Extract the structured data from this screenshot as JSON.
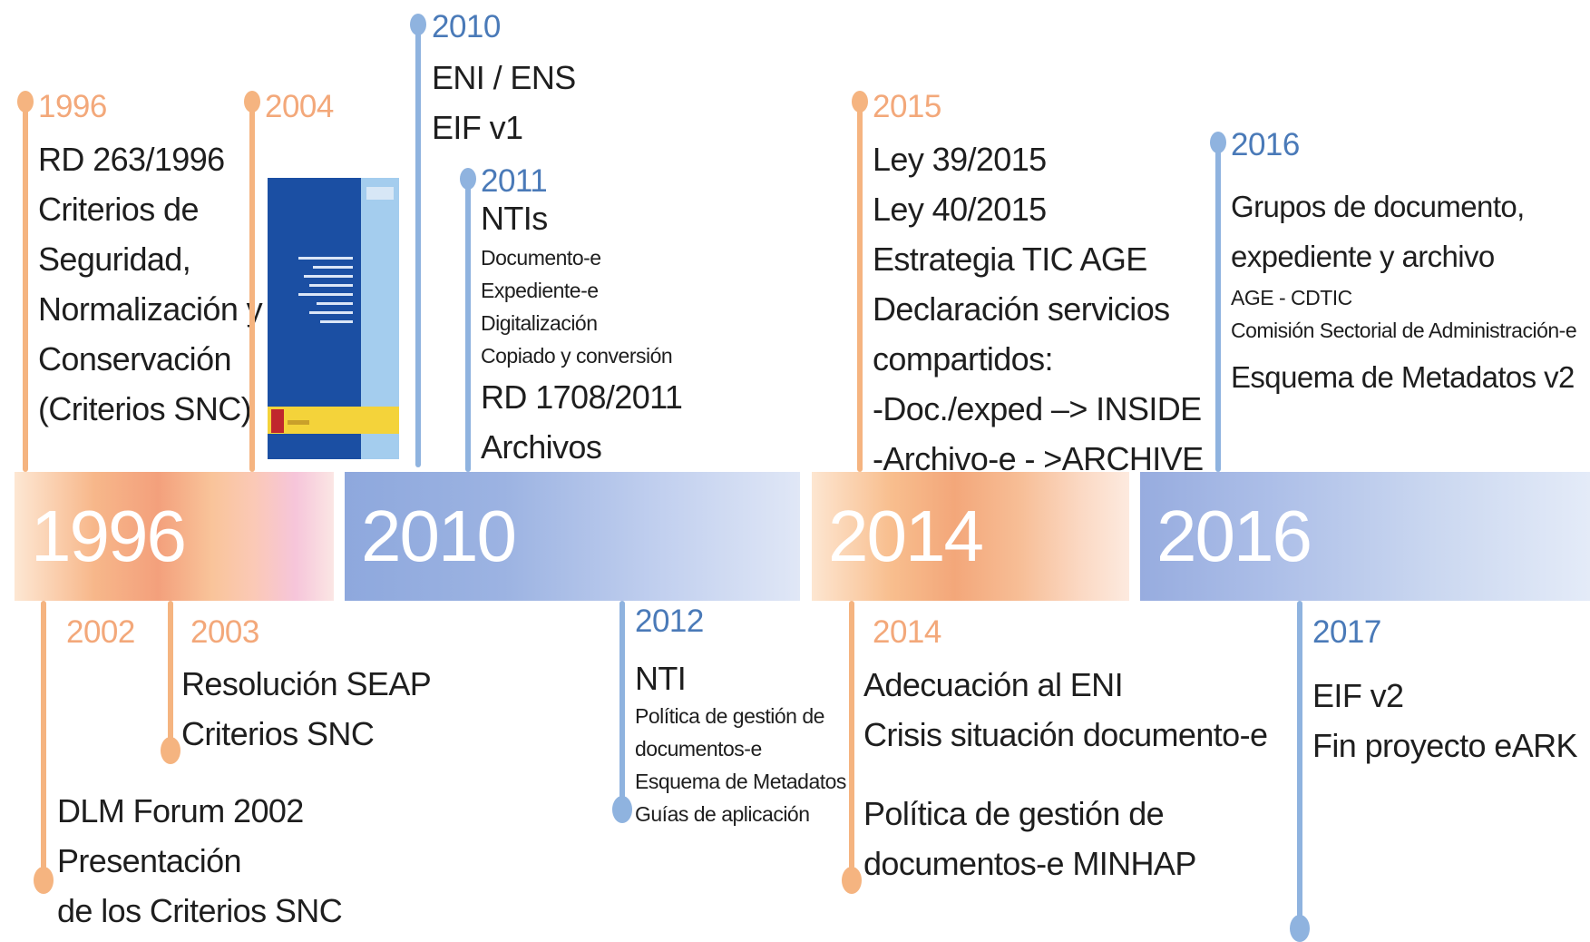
{
  "colors": {
    "orange": "#f5b480",
    "blue": "#8fb3df",
    "year_orange": "#f3a87a",
    "year_blue": "#4a7ab8"
  },
  "band": [
    "1996",
    "2010",
    "2014",
    "2016"
  ],
  "top": {
    "e1996": {
      "year": "1996",
      "lines": [
        "RD 263/1996",
        "Criterios de",
        "Seguridad,",
        "Normalización y",
        "Conservación",
        "(Criterios SNC)"
      ]
    },
    "e2004": {
      "year": "2004",
      "image": "publication-cover"
    },
    "e2010": {
      "year": "2010",
      "lines": [
        "ENI / ENS",
        "EIF v1"
      ]
    },
    "e2011": {
      "year": "2011",
      "title": "NTIs",
      "items": [
        "Documento-e",
        "Expediente-e",
        "Digitalización",
        "Copiado y conversión"
      ],
      "lines": [
        "RD 1708/2011",
        "Archivos"
      ]
    },
    "e2015": {
      "year": "2015",
      "lines": [
        "Ley 39/2015",
        "Ley 40/2015",
        "Estrategia TIC AGE",
        "Declaración servicios",
        "compartidos:",
        "-Doc./exped –> INSIDE",
        "-Archivo-e - >ARCHIVE"
      ]
    },
    "e2016": {
      "year": "2016",
      "lines": [
        "Grupos de documento,",
        "expediente y archivo"
      ],
      "items": [
        "AGE - CDTIC",
        "Comisión Sectorial de Administración-e"
      ],
      "tail": "Esquema de Metadatos v2"
    }
  },
  "bottom": {
    "e2002": {
      "year": "2002",
      "lines": [
        "DLM Forum 2002",
        "Presentación",
        "de los Criterios SNC"
      ]
    },
    "e2003": {
      "year": "2003",
      "lines": [
        "Resolución SEAP",
        "Criterios SNC"
      ]
    },
    "e2012": {
      "year": "2012",
      "title": "NTI",
      "items": [
        "Política de gestión de",
        "documentos-e",
        "Esquema de Metadatos",
        "Guías de aplicación"
      ]
    },
    "e2014": {
      "year": "2014",
      "lines": [
        "Adecuación al ENI",
        "Crisis situación documento-e"
      ],
      "lines2": [
        "Política de gestión de",
        "documentos-e MINHAP"
      ]
    },
    "e2017": {
      "year": "2017",
      "lines": [
        "EIF v2",
        "Fin proyecto eARK"
      ]
    }
  }
}
